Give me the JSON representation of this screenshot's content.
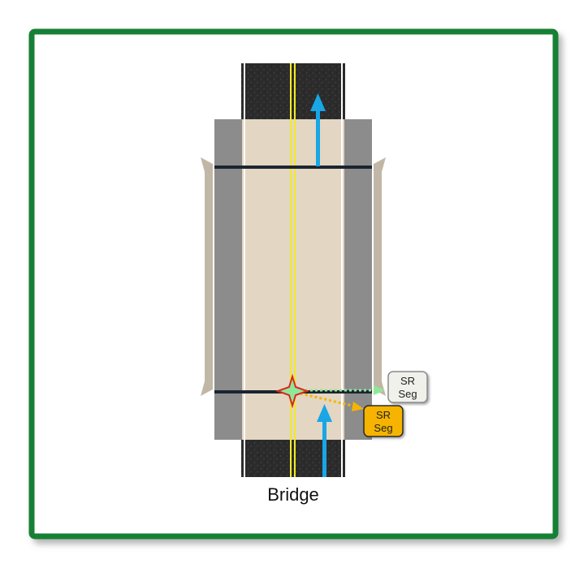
{
  "caption": "Bridge",
  "callouts": {
    "white": [
      "SR",
      "Seg"
    ],
    "orange": [
      "SR",
      "Seg"
    ]
  },
  "colors": {
    "frame": "#138036",
    "frame_shadow": "#9a9a9a",
    "asphalt": "#2b2b2b",
    "deck": "#e3d6c3",
    "shoulder": "#8c8c8c",
    "rail": "#c2b7a6",
    "centerline": "#f2ea2a",
    "traffic_arrow": "#18a6e6",
    "orange_callout": "#f6b400",
    "white_callout": "#f1f1ec",
    "green_dot": "#8fe89a",
    "star_outline": "#d8281c"
  },
  "icons": [
    "traffic-arrow-icon",
    "traffic-arrow-icon",
    "intersection-star-icon"
  ]
}
